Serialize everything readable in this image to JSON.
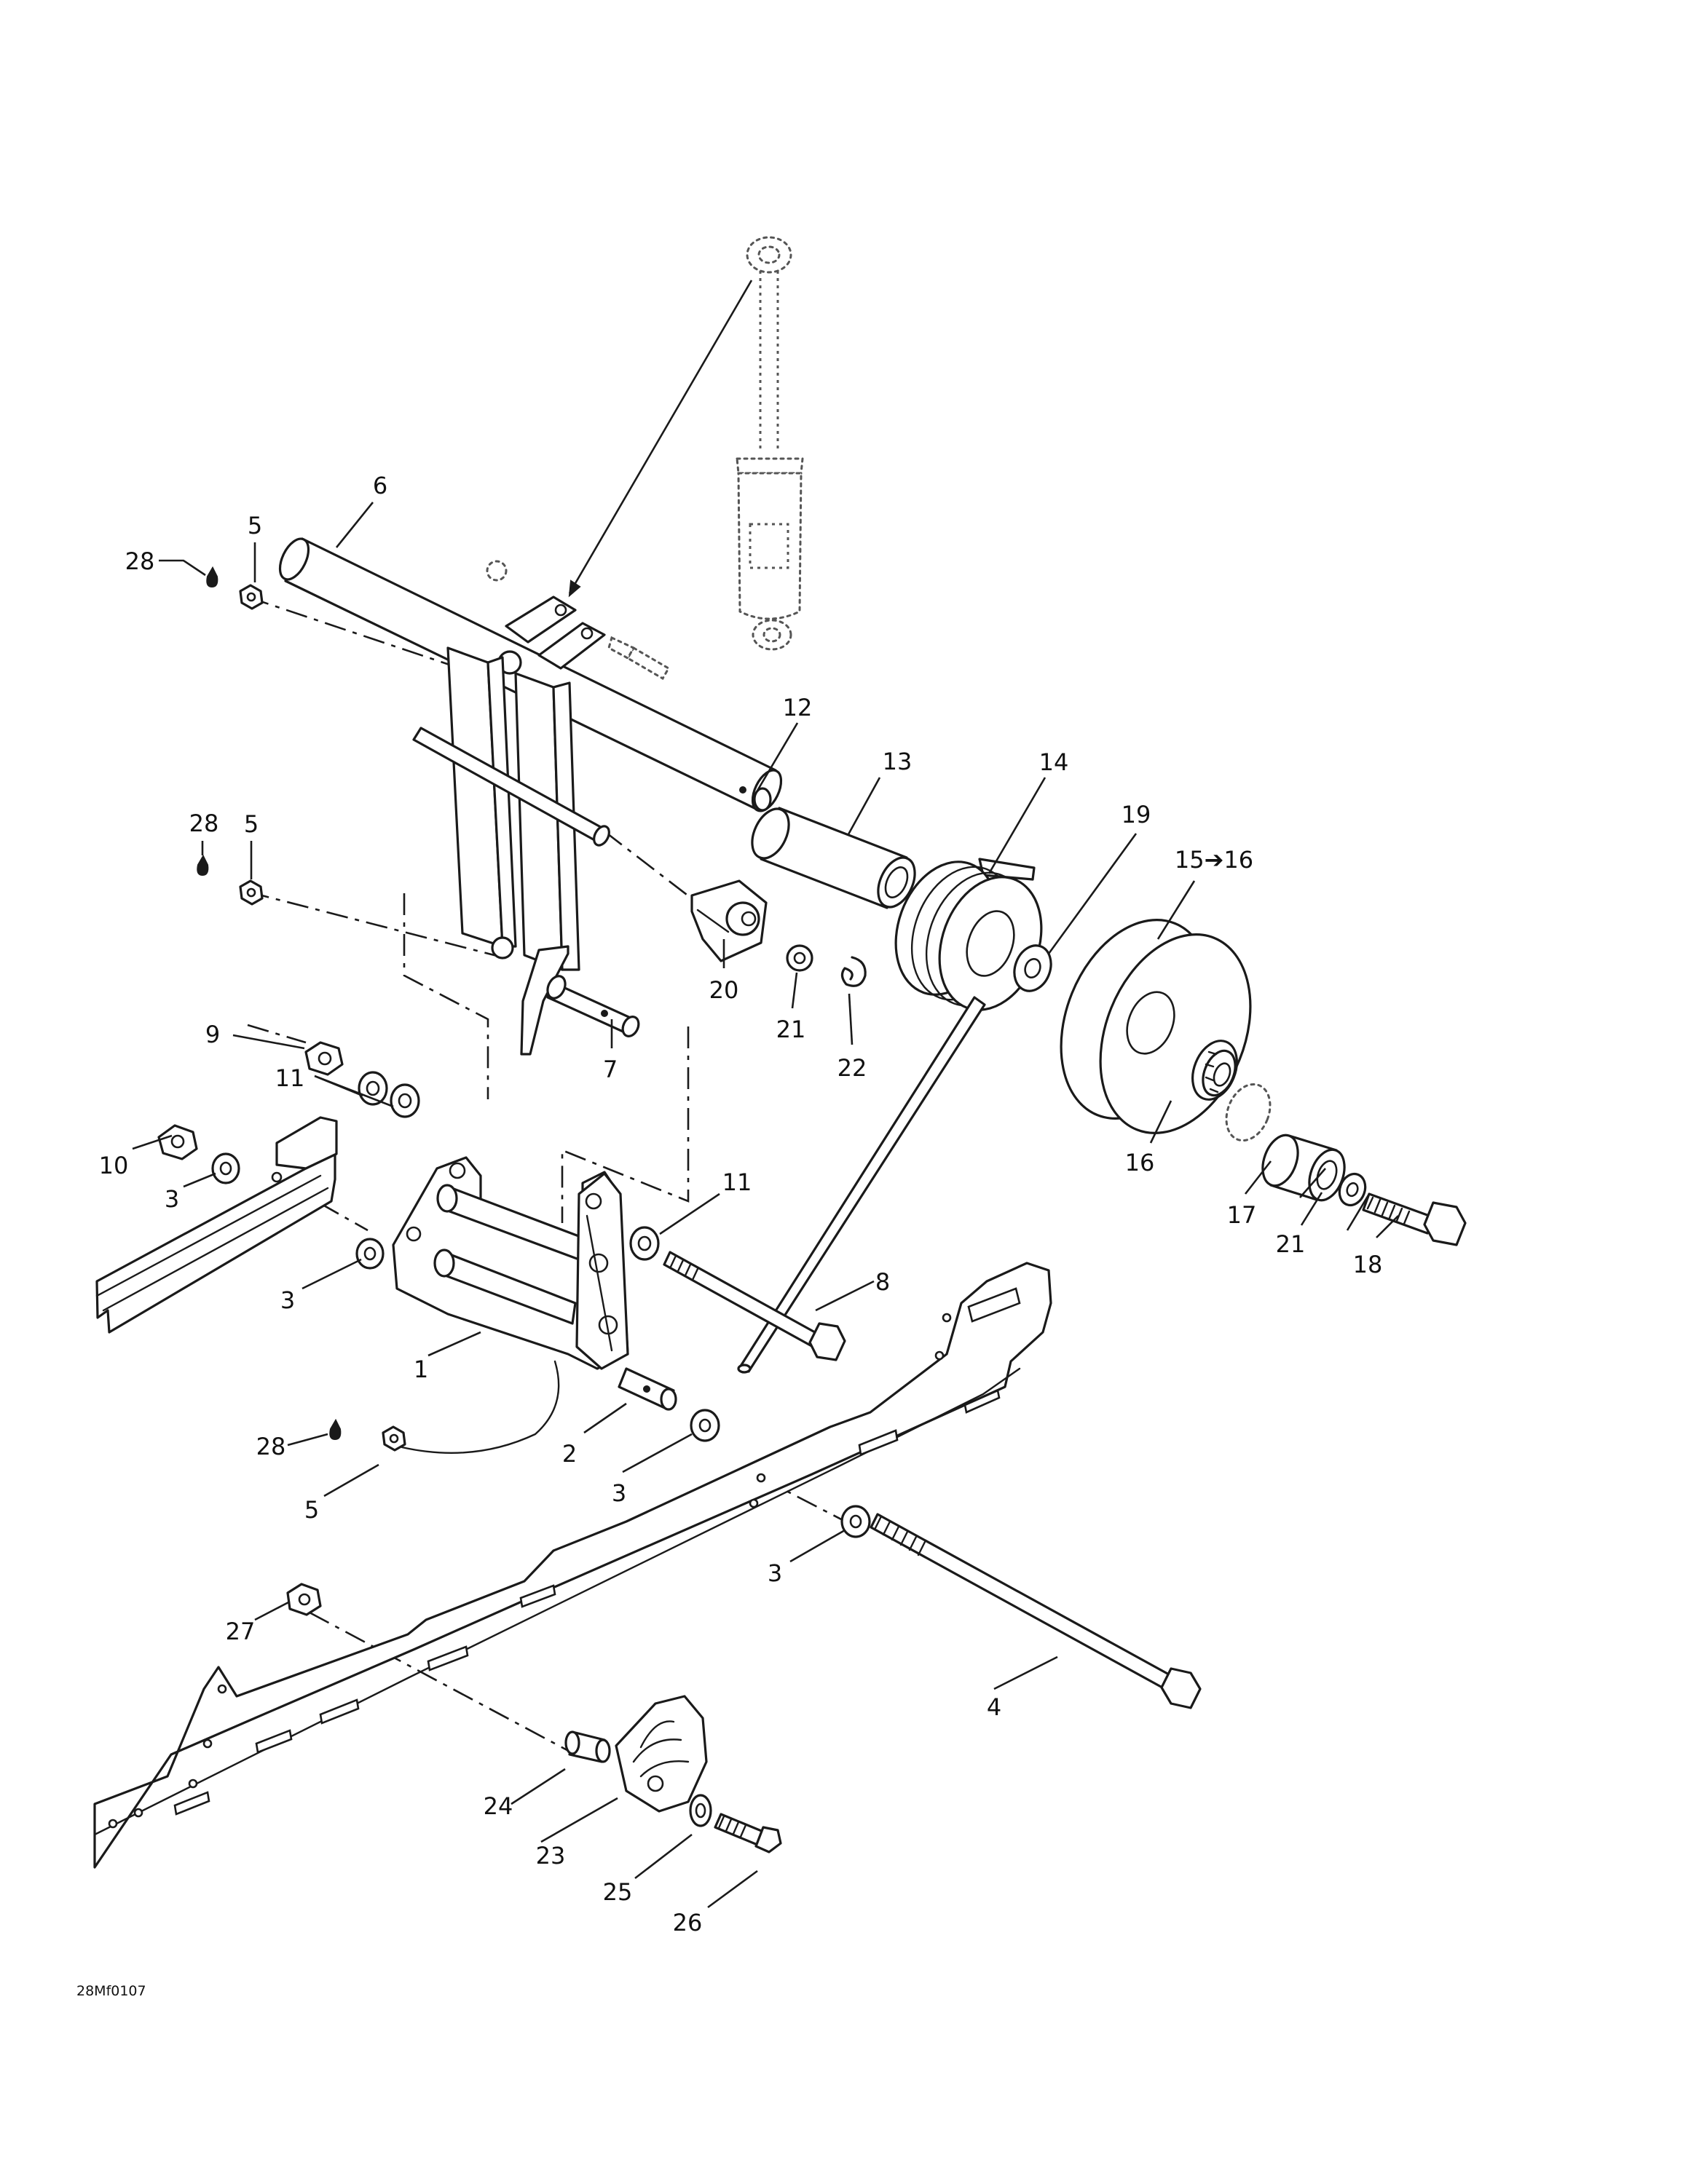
{
  "drawing_ref": "28Mf0107",
  "callouts": {
    "c1": "1",
    "c2": "2",
    "c3a": "3",
    "c3b": "3",
    "c3c": "3",
    "c3d": "3",
    "c4": "4",
    "c5a": "5",
    "c5b": "5",
    "c5c": "5",
    "c6": "6",
    "c7": "7",
    "c8": "8",
    "c9": "9",
    "c10": "10",
    "c11a": "11",
    "c11b": "11",
    "c12": "12",
    "c13": "13",
    "c14": "14",
    "c15": "15➔16",
    "c16": "16",
    "c17": "17",
    "c18": "18",
    "c19": "19",
    "c20": "20",
    "c21a": "21",
    "c21b": "21",
    "c22": "22",
    "c23": "23",
    "c24": "24",
    "c25": "25",
    "c26": "26",
    "c27": "27",
    "c28a": "28",
    "c28b": "28",
    "c28c": "28"
  }
}
